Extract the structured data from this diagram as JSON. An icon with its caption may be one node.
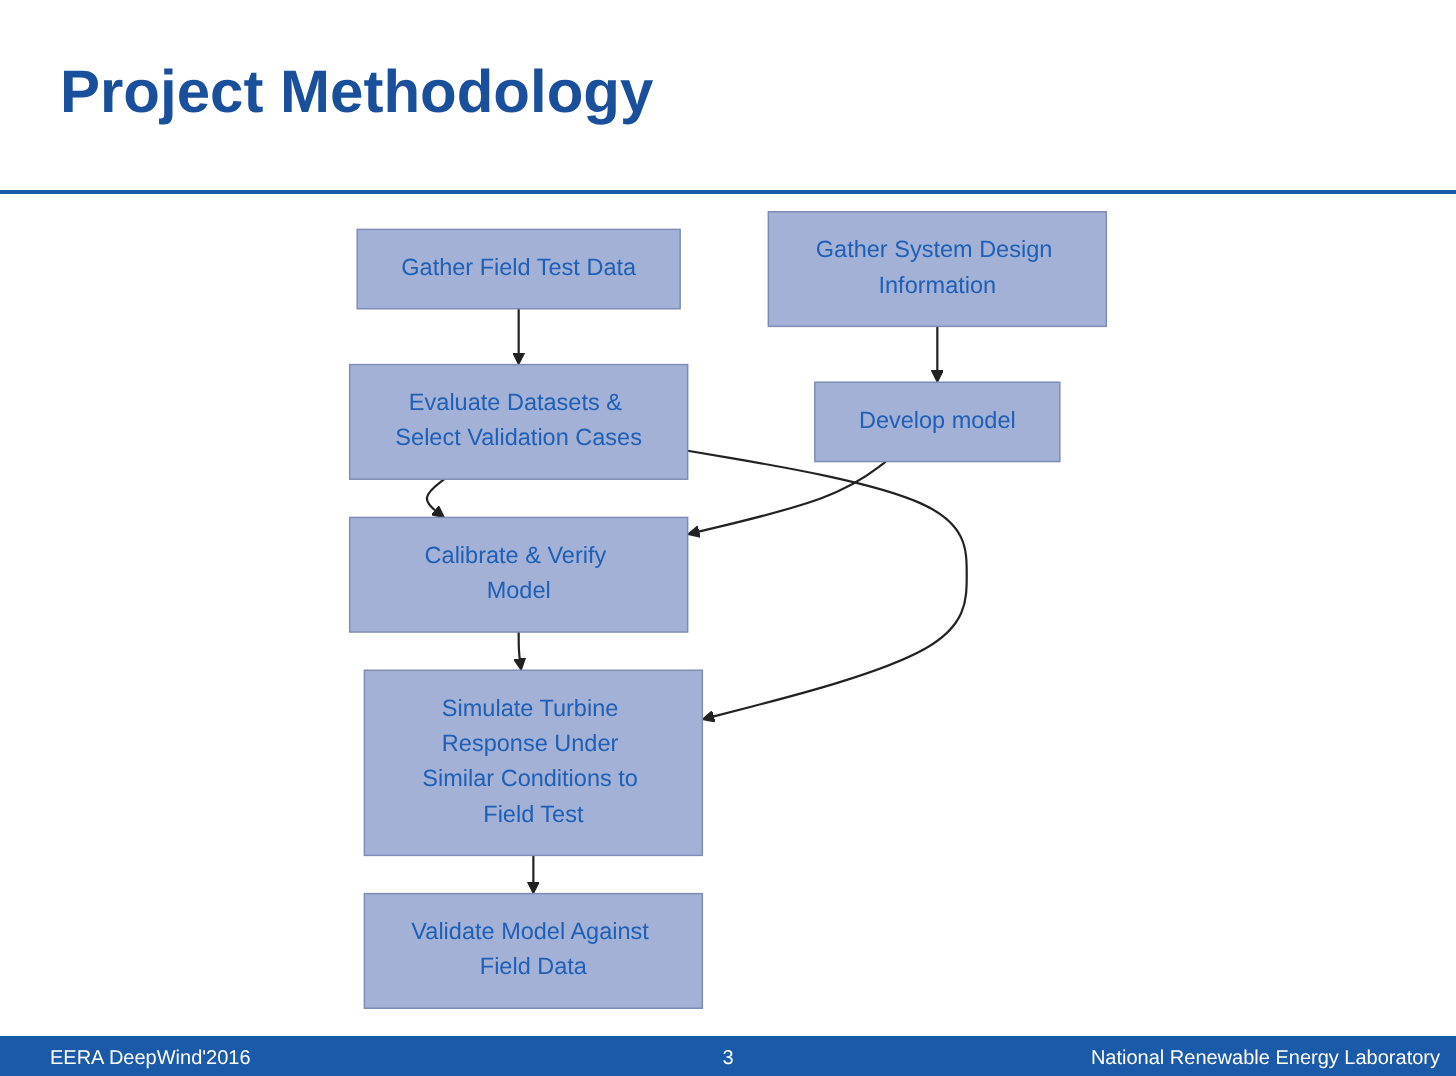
{
  "diagram": {
    "title": "Project Methodology",
    "nodes": [
      {
        "text": [
          "Gather Field Test Data"
        ]
      },
      {
        "text": [
          "Evaluate Datasets & Select Validation Cases"
        ]
      },
      {
        "text": [
          "Gather System Design Information"
        ]
      },
      {
        "text": [
          "Develop model"
        ]
      },
      {
        "text": [
          "Calibrate & Verify Model"
        ]
      },
      {
        "text": [
          "Simulate Turbine Response Under Similar Conditions to Field Test"
        ]
      },
      {
        "text": [
          "Validate Model Against Field Data"
        ]
      }
    ],
    "edges": [
      {
        "from": 0,
        "to": 1,
        "arrow": "to"
      },
      {
        "from": 2,
        "to": 3,
        "arrow": "to"
      },
      {
        "from": 1,
        "to": 4,
        "arrow": "to"
      },
      {
        "from": 3,
        "to": 4,
        "arrow": "to"
      },
      {
        "from": 4,
        "to": 5,
        "arrow": "to"
      },
      {
        "from": 1,
        "to": 5,
        "arrow": "to"
      },
      {
        "from": 5,
        "to": 6,
        "arrow": "to"
      }
    ],
    "labels": [
      "EERA DeepWind'2016",
      "3",
      "National Renewable Energy Laboratory"
    ]
  }
}
